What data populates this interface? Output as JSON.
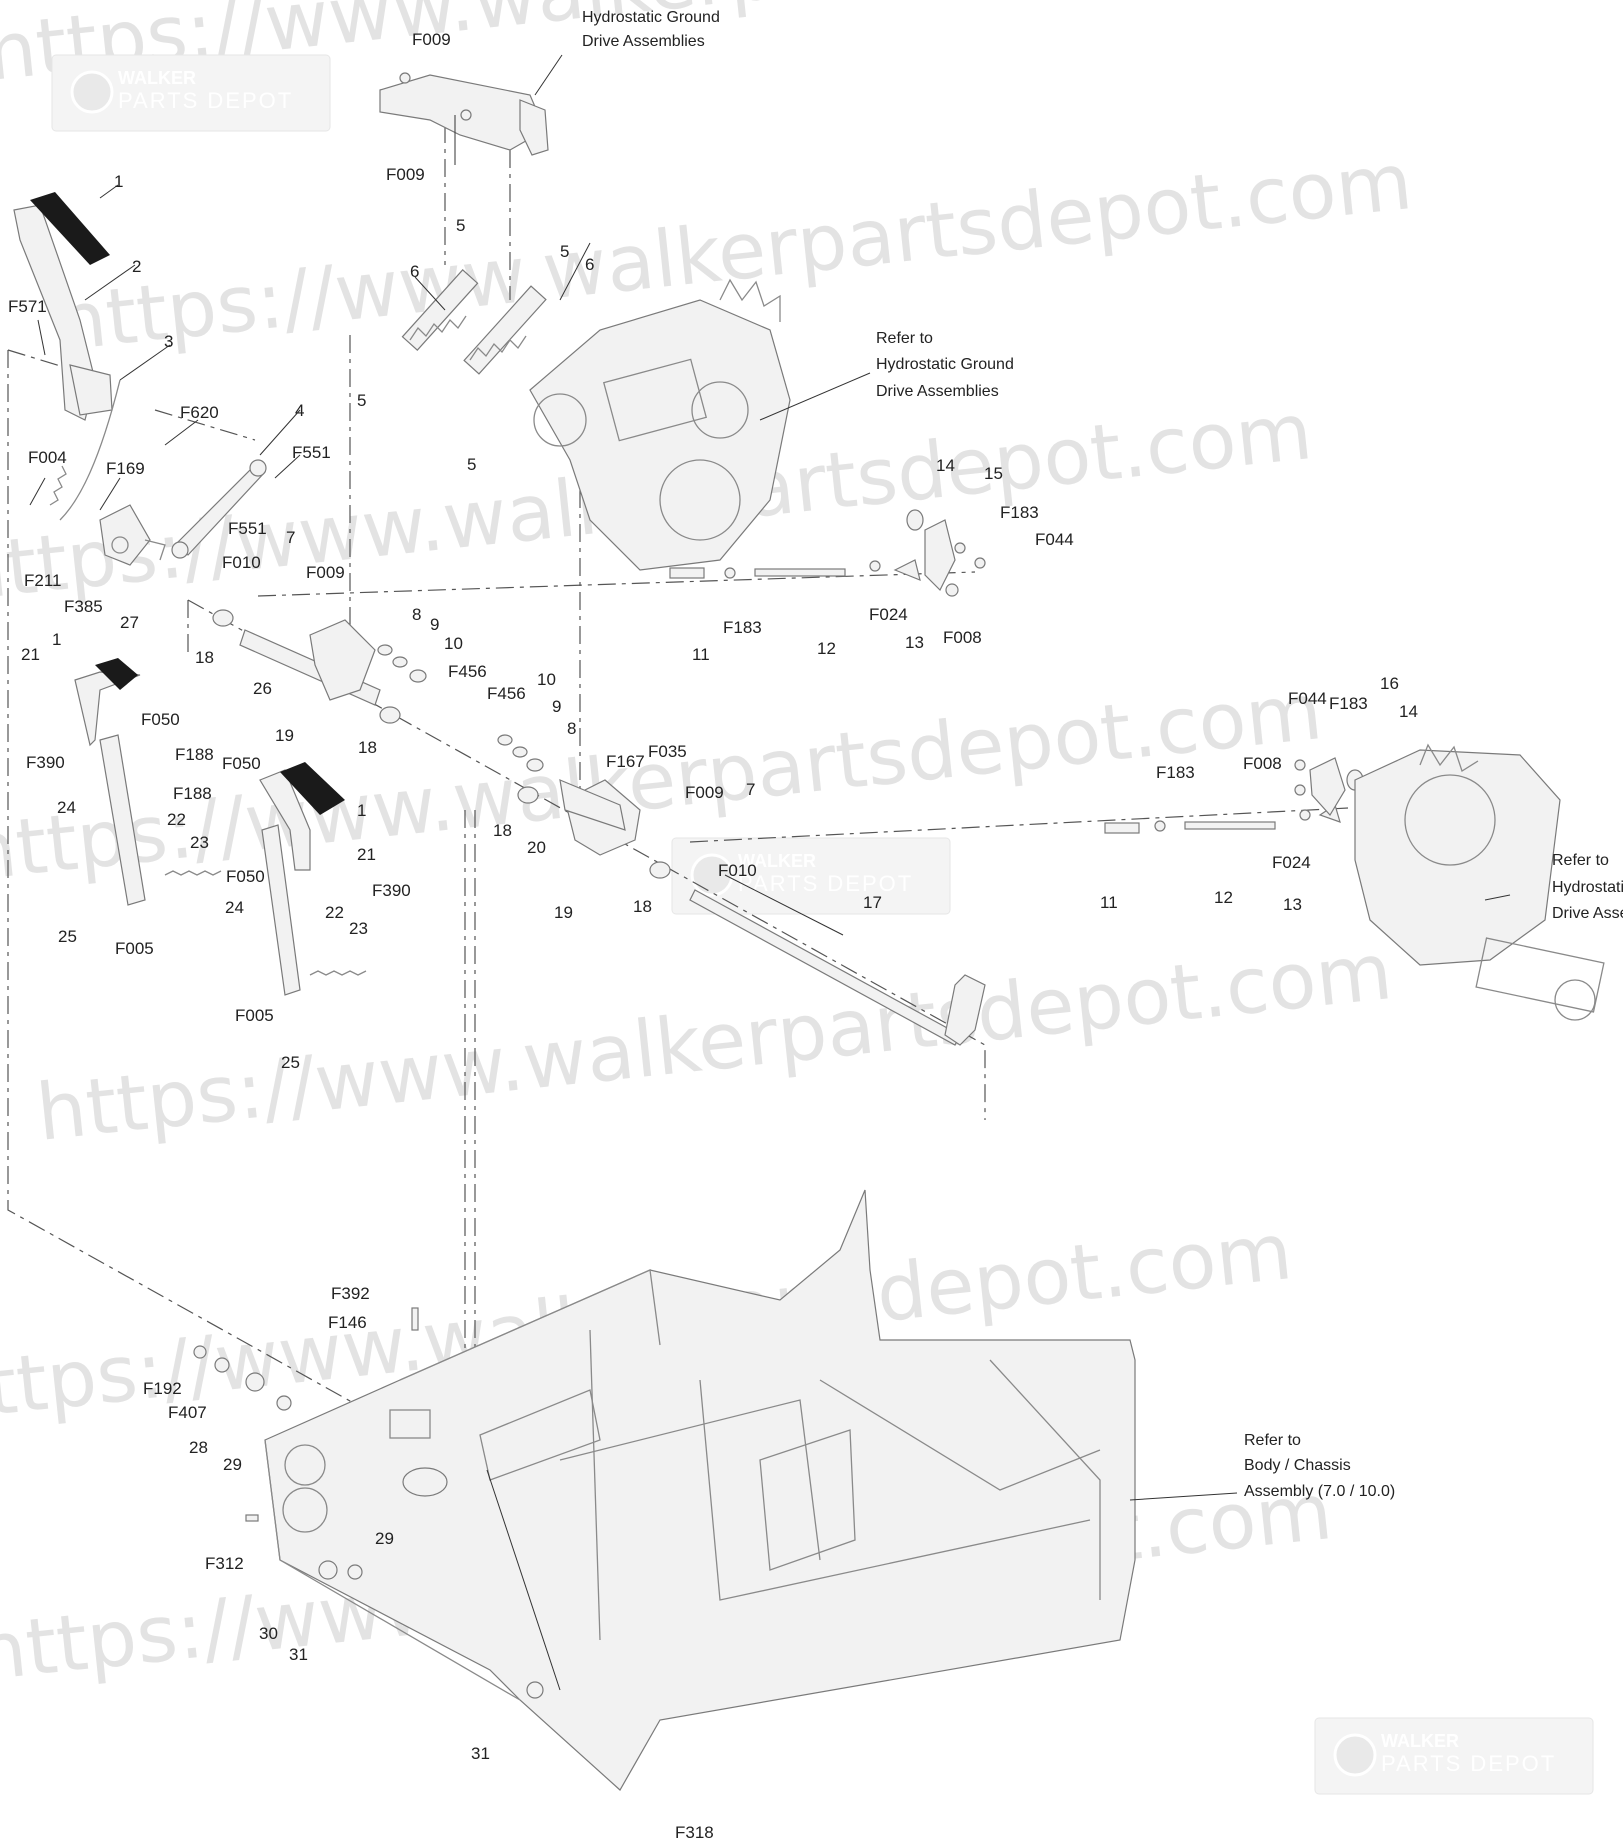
{
  "watermark": {
    "text_a": "https://www.walkerpartsdepot.com",
    "badge_line1": "WALKER",
    "badge_line2": "PARTS DEPOT"
  },
  "references": {
    "hydro_top_1": "Hydrostatic Ground",
    "hydro_top_2": "Drive Assemblies",
    "hydro_mid_0": "Refer to",
    "hydro_mid_1": "Hydrostatic Ground",
    "hydro_mid_2": "Drive Assemblies",
    "hydro_right_0": "Refer to",
    "hydro_right_1": "Hydrostatic",
    "hydro_right_2": "Drive Asser",
    "chassis_0": "Refer to",
    "chassis_1": "Body / Chassis",
    "chassis_2": "Assembly (7.0 / 10.0)"
  },
  "callouts": [
    "F009",
    "F009",
    "1",
    "2",
    "F571",
    "3",
    "4",
    "F620",
    "F551",
    "F004",
    "F169",
    "F551",
    "F211",
    "F385",
    "27",
    "F010",
    "7",
    "F009",
    "6",
    "5",
    "5",
    "6",
    "5",
    "5",
    "8",
    "9",
    "10",
    "F456",
    "18",
    "26",
    "1",
    "21",
    "F050",
    "F188",
    "F390",
    "24",
    "22",
    "23",
    "25",
    "F005",
    "F050",
    "F188",
    "1",
    "21",
    "F050",
    "F390",
    "22",
    "23",
    "24",
    "F005",
    "25",
    "19",
    "18",
    "F456",
    "10",
    "9",
    "8",
    "F167",
    "F035",
    "F009",
    "7",
    "18",
    "20",
    "F010",
    "19",
    "18",
    "17",
    "14",
    "15",
    "F183",
    "F044",
    "11",
    "F183",
    "12",
    "F024",
    "13",
    "F008",
    "F044",
    "F183",
    "16",
    "14",
    "F008",
    "F183",
    "11",
    "12",
    "F024",
    "13",
    "F392",
    "F146",
    "F192",
    "F407",
    "28",
    "29",
    "29",
    "F312",
    "30",
    "31",
    "31",
    "F318"
  ]
}
